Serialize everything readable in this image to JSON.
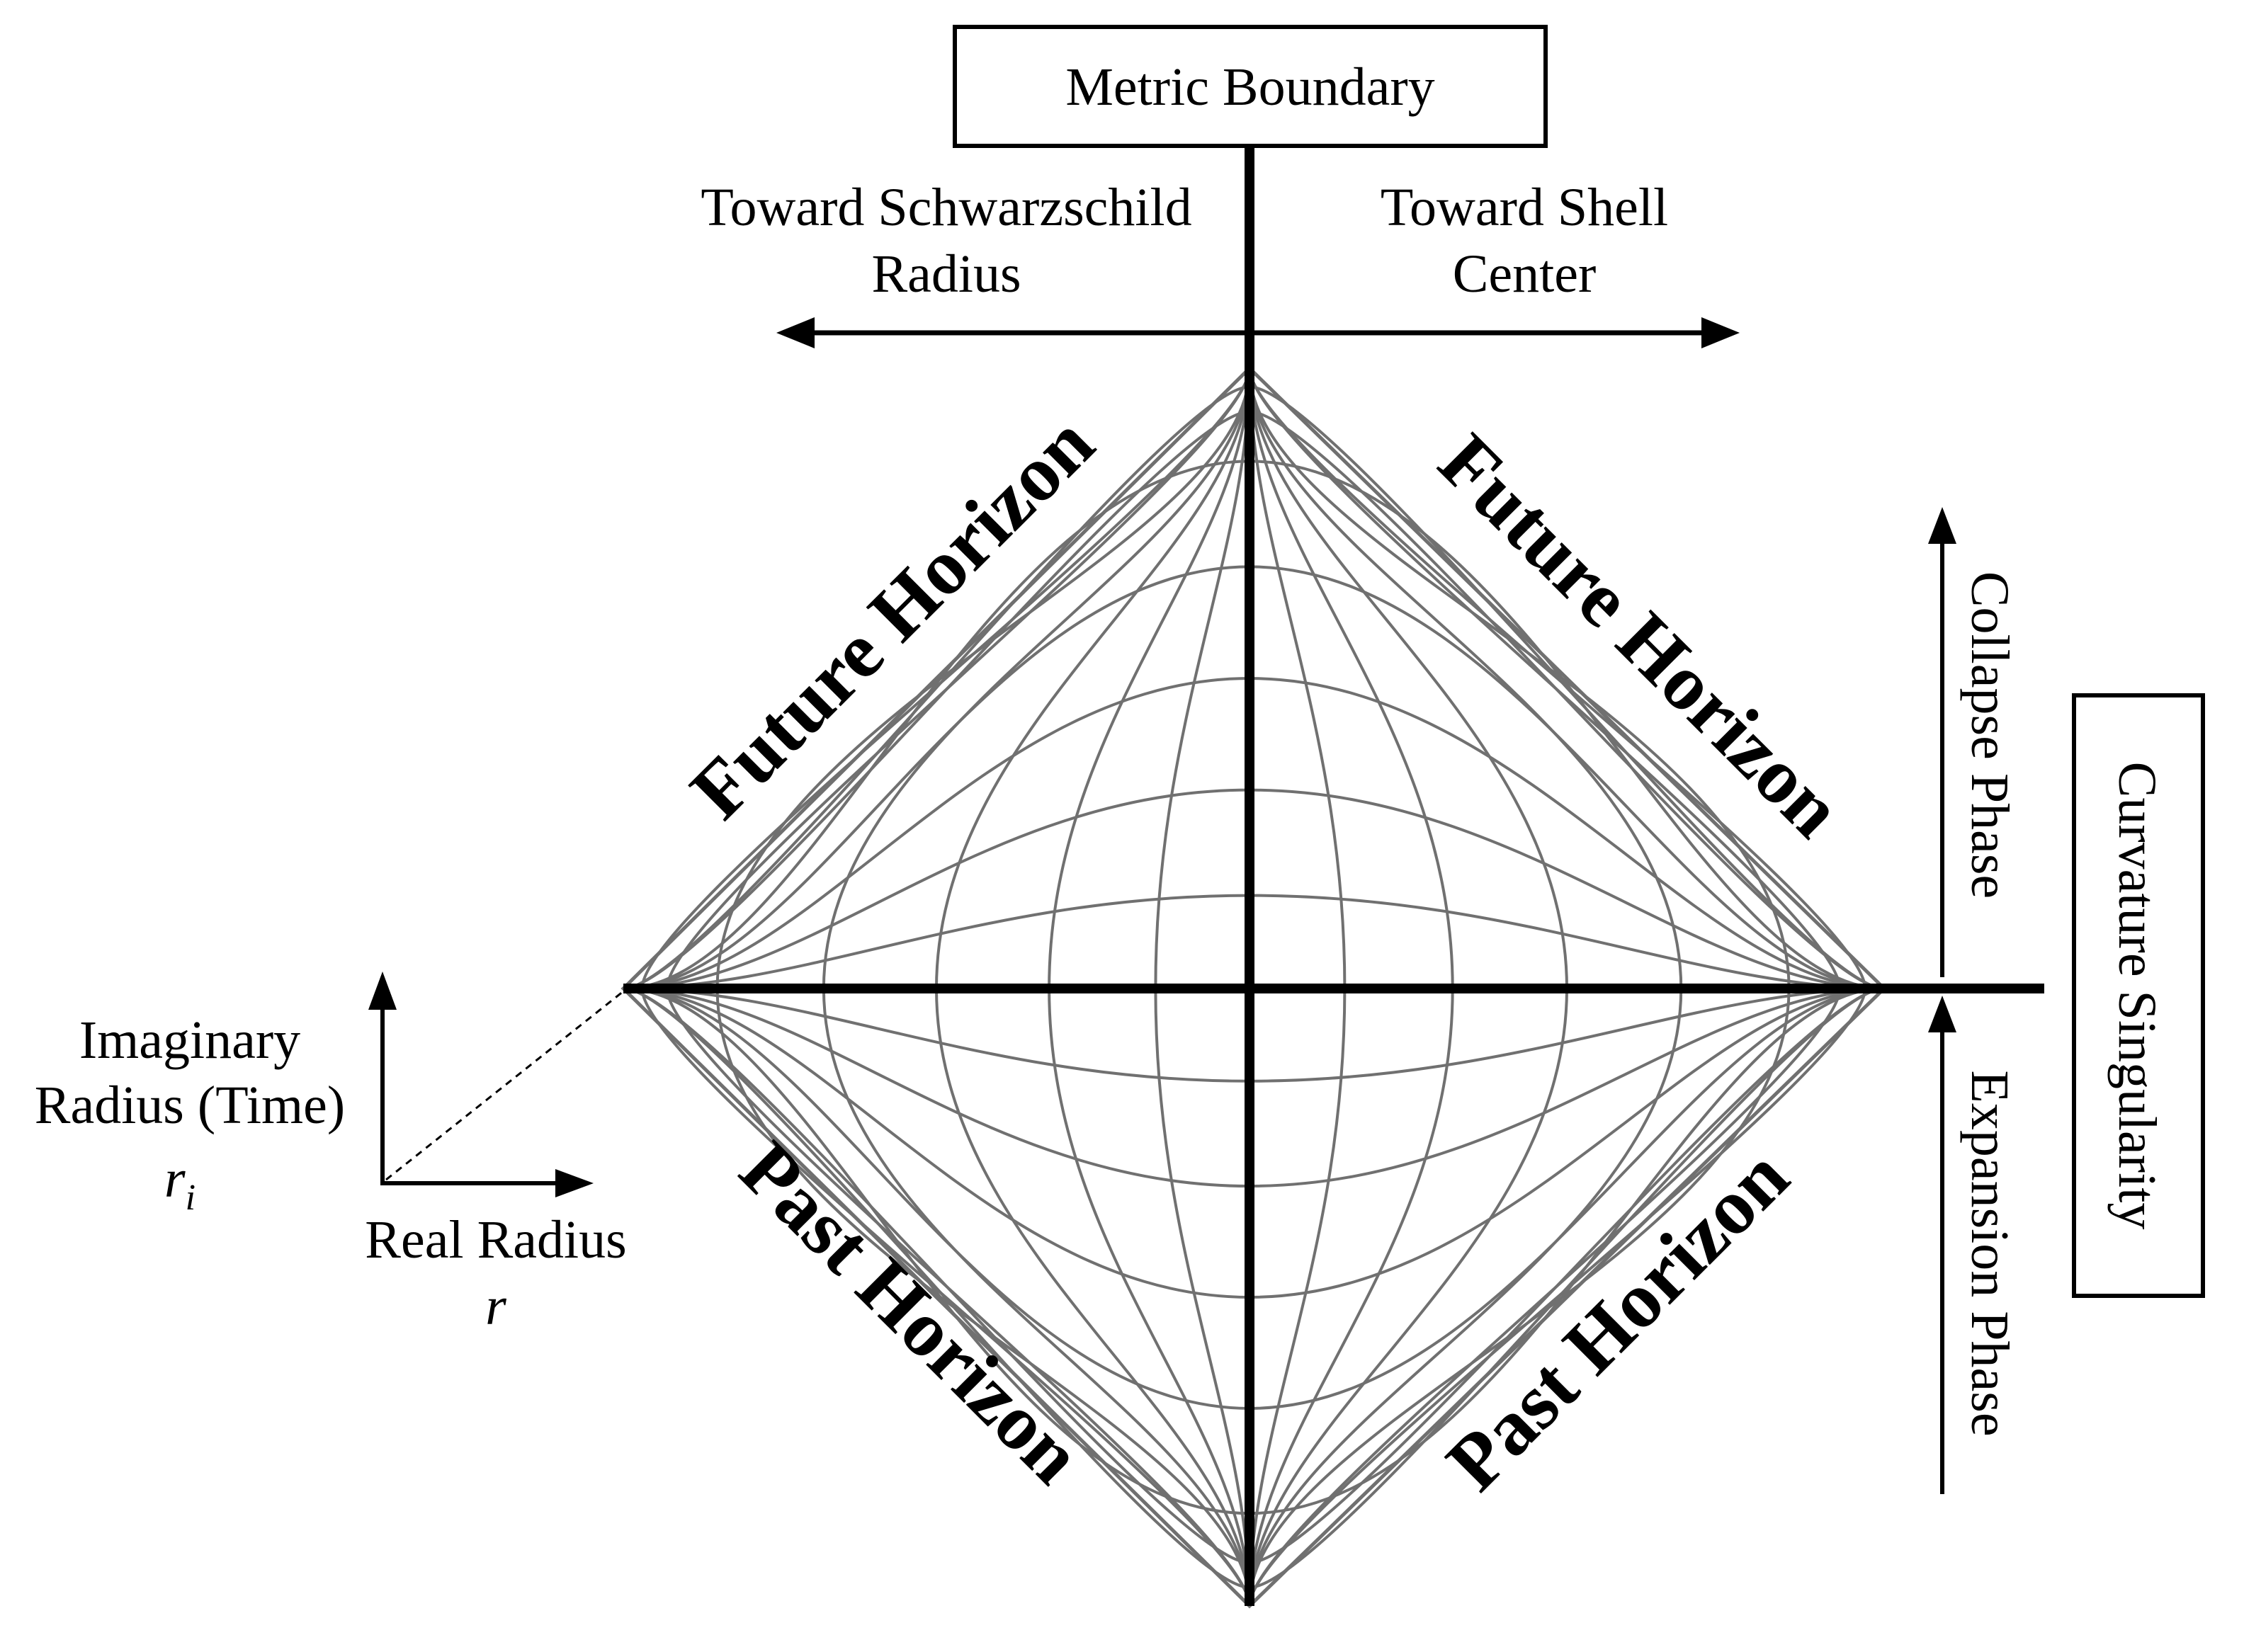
{
  "labels": {
    "metric_boundary": "Metric Boundary",
    "toward_schwarzschild_line1": "Toward Schwarzschild",
    "toward_schwarzschild_line2": "Radius",
    "toward_shell_line1": "Toward Shell",
    "toward_shell_line2": "Center",
    "future_horizon_left": "Future Horizon",
    "future_horizon_right": "Future Horizon",
    "past_horizon_left": "Past Horizon",
    "past_horizon_right": "Past Horizon",
    "collapse_phase": "Collapse Phase",
    "expansion_phase": "Expansion Phase",
    "curvature_singularity": "Curvature Singularity",
    "imaginary_radius_line1": "Imaginary",
    "imaginary_radius_line2": "Radius (Time)",
    "imaginary_symbol": "r",
    "imaginary_symbol_sub": "i",
    "real_radius": "Real Radius",
    "real_symbol": "r"
  },
  "colors": {
    "axis": "#000000",
    "grid": "#707070",
    "box_border": "#000000"
  }
}
